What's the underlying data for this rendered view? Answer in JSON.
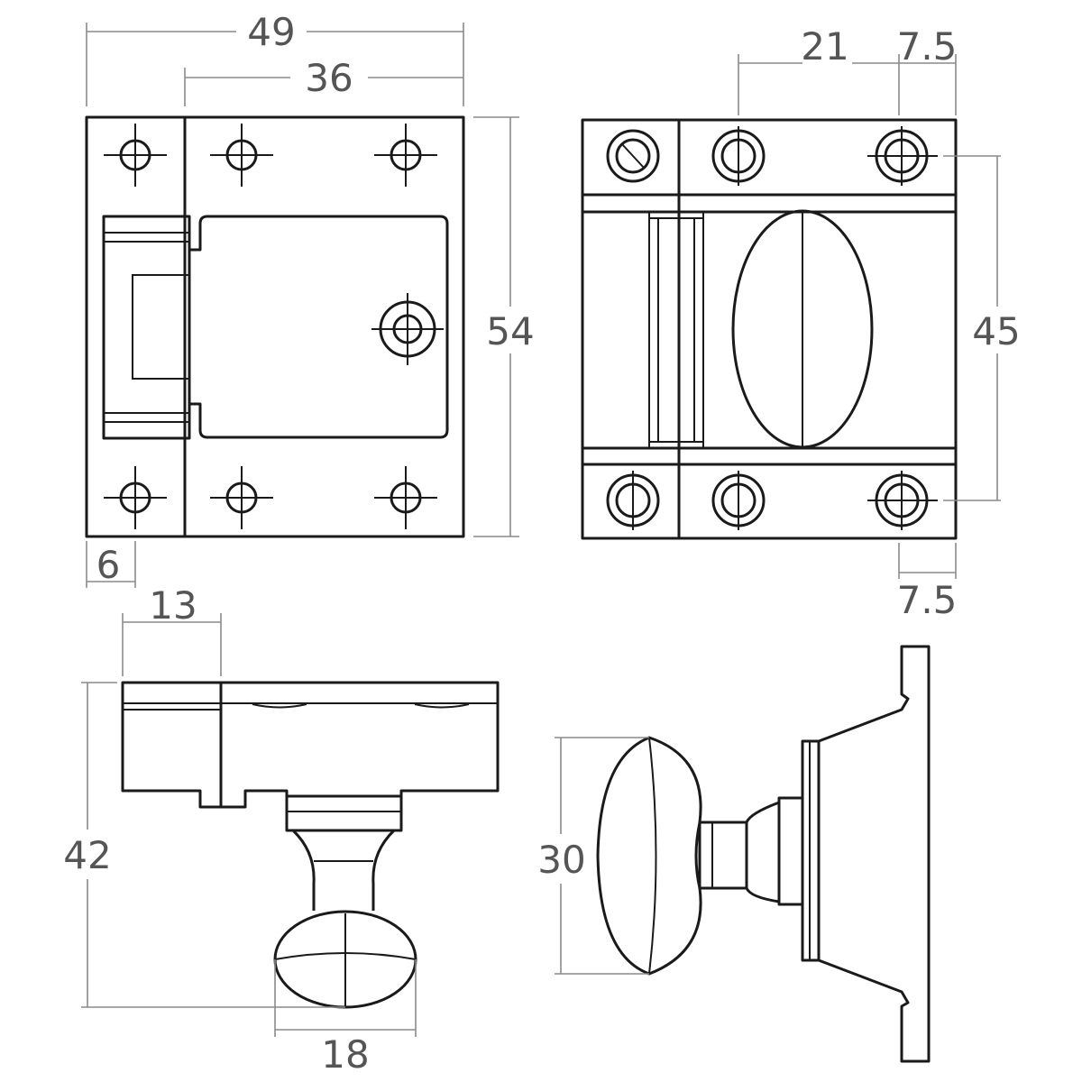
{
  "dimensions": {
    "front_overall_width": "49",
    "front_plate_width": "36",
    "front_height": "54",
    "front_edge_offset": "6",
    "keeper_hole_spacing": "21",
    "keeper_edge_offset_top": "7.5",
    "keeper_hole_height": "45",
    "keeper_edge_offset_bottom": "7.5",
    "side_body_depth": "13",
    "side_total_height": "42",
    "knob_width": "18",
    "knob_height": "30"
  },
  "colors": {
    "outline": "#1a1a1a",
    "dimension_line": "#8a8a8a",
    "dimension_text": "#555555",
    "background": "#ffffff"
  }
}
